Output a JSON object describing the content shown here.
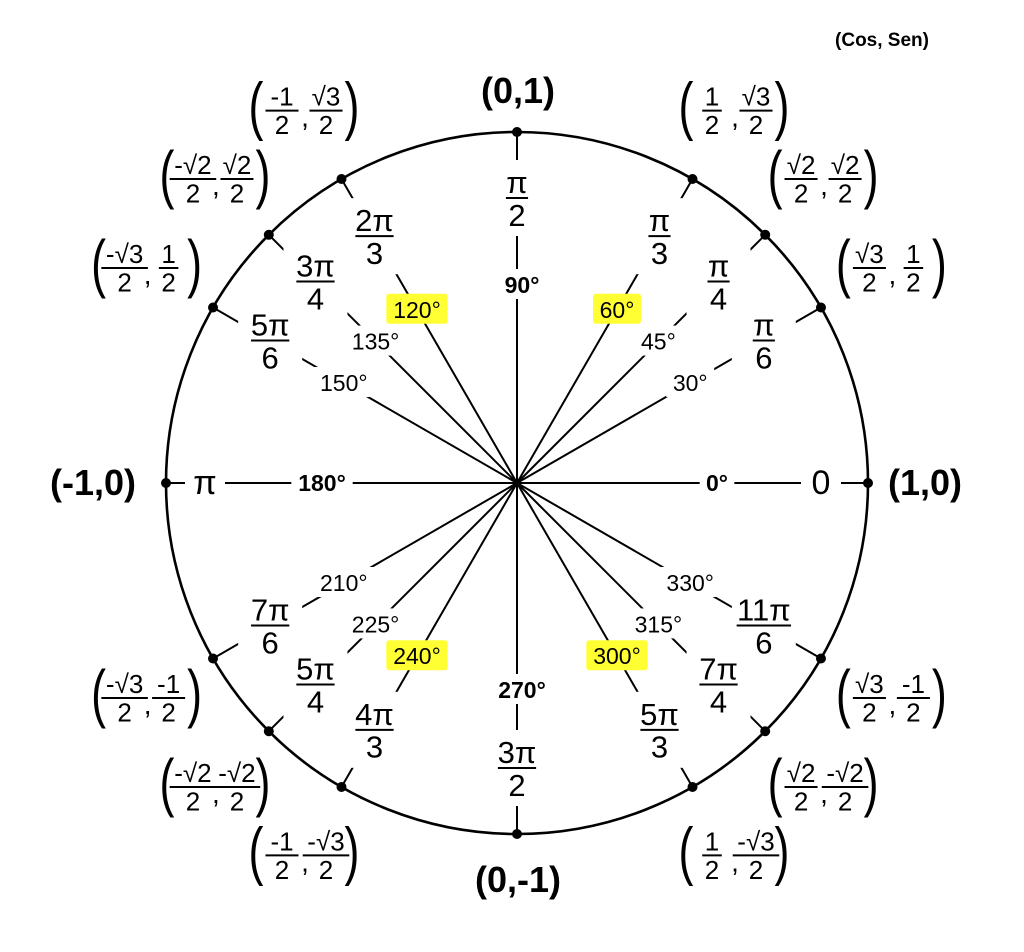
{
  "legend": "(Cos, Sen)",
  "center_lines": [
    "0°",
    "30°",
    "45°",
    "60°",
    "90°",
    "120°",
    "135°",
    "150°",
    "180°",
    "210°",
    "225°",
    "240°",
    "270°",
    "300°",
    "315°",
    "330°"
  ],
  "highlight_color": "#ffff33",
  "points": [
    {
      "id": "p0",
      "degree": 0,
      "deg_label": "0°",
      "rad": {
        "text": "0"
      },
      "coord": {
        "text": "(1,0)"
      },
      "highlight": false
    },
    {
      "id": "p30",
      "degree": 30,
      "deg_label": "30°",
      "rad": {
        "num": "π",
        "den": "6"
      },
      "coord": {
        "x": [
          "√3",
          "2"
        ],
        "y": [
          "1",
          "2"
        ]
      },
      "highlight": false
    },
    {
      "id": "p45",
      "degree": 45,
      "deg_label": "45°",
      "rad": {
        "num": "π",
        "den": "4"
      },
      "coord": {
        "x": [
          "√2",
          "2"
        ],
        "y": [
          "√2",
          "2"
        ]
      },
      "highlight": false
    },
    {
      "id": "p60",
      "degree": 60,
      "deg_label": "60°",
      "rad": {
        "num": "π",
        "den": "3"
      },
      "coord": {
        "x": [
          "1",
          "2"
        ],
        "y": [
          "√3",
          "2"
        ]
      },
      "highlight": true
    },
    {
      "id": "p90",
      "degree": 90,
      "deg_label": "90°",
      "rad": {
        "num": "π",
        "den": "2"
      },
      "coord": {
        "text": "(0,1)"
      },
      "highlight": false
    },
    {
      "id": "p120",
      "degree": 120,
      "deg_label": "120°",
      "rad": {
        "num": "2π",
        "den": "3"
      },
      "coord": {
        "x": [
          "-1",
          "2"
        ],
        "y": [
          "√3",
          "2"
        ]
      },
      "highlight": true
    },
    {
      "id": "p135",
      "degree": 135,
      "deg_label": "135°",
      "rad": {
        "num": "3π",
        "den": "4"
      },
      "coord": {
        "x": [
          "-√2",
          "2"
        ],
        "y": [
          "√2",
          "2"
        ]
      },
      "highlight": false
    },
    {
      "id": "p150",
      "degree": 150,
      "deg_label": "150°",
      "rad": {
        "num": "5π",
        "den": "6"
      },
      "coord": {
        "x": [
          "-√3",
          "2"
        ],
        "y": [
          "1",
          "2"
        ]
      },
      "highlight": false
    },
    {
      "id": "p180",
      "degree": 180,
      "deg_label": "180°",
      "rad": {
        "text": "π"
      },
      "coord": {
        "text": "(-1,0)"
      },
      "highlight": false
    },
    {
      "id": "p210",
      "degree": 210,
      "deg_label": "210°",
      "rad": {
        "num": "7π",
        "den": "6"
      },
      "coord": {
        "x": [
          "-√3",
          "2"
        ],
        "y": [
          "-1",
          "2"
        ]
      },
      "highlight": false
    },
    {
      "id": "p225",
      "degree": 225,
      "deg_label": "225°",
      "rad": {
        "num": "5π",
        "den": "4"
      },
      "coord": {
        "x": [
          "-√2",
          "2"
        ],
        "y": [
          "-√2",
          "2"
        ]
      },
      "highlight": false
    },
    {
      "id": "p240",
      "degree": 240,
      "deg_label": "240°",
      "rad": {
        "num": "4π",
        "den": "3"
      },
      "coord": {
        "x": [
          "-1",
          "2"
        ],
        "y": [
          "-√3",
          "2"
        ]
      },
      "highlight": true
    },
    {
      "id": "p270",
      "degree": 270,
      "deg_label": "270°",
      "rad": {
        "num": "3π",
        "den": "2"
      },
      "coord": {
        "text": "(0,-1)"
      },
      "highlight": false
    },
    {
      "id": "p300",
      "degree": 300,
      "deg_label": "300°",
      "rad": {
        "num": "5π",
        "den": "3"
      },
      "coord": {
        "x": [
          "1",
          "2"
        ],
        "y": [
          "-√3",
          "2"
        ]
      },
      "highlight": true
    },
    {
      "id": "p315",
      "degree": 315,
      "deg_label": "315°",
      "rad": {
        "num": "7π",
        "den": "4"
      },
      "coord": {
        "x": [
          "√2",
          "2"
        ],
        "y": [
          "-√2",
          "2"
        ]
      },
      "highlight": false
    },
    {
      "id": "p330",
      "degree": 330,
      "deg_label": "330°",
      "rad": {
        "num": "11π",
        "den": "6"
      },
      "coord": {
        "x": [
          "√3",
          "2"
        ],
        "y": [
          "-1",
          "2"
        ]
      },
      "highlight": false
    }
  ]
}
